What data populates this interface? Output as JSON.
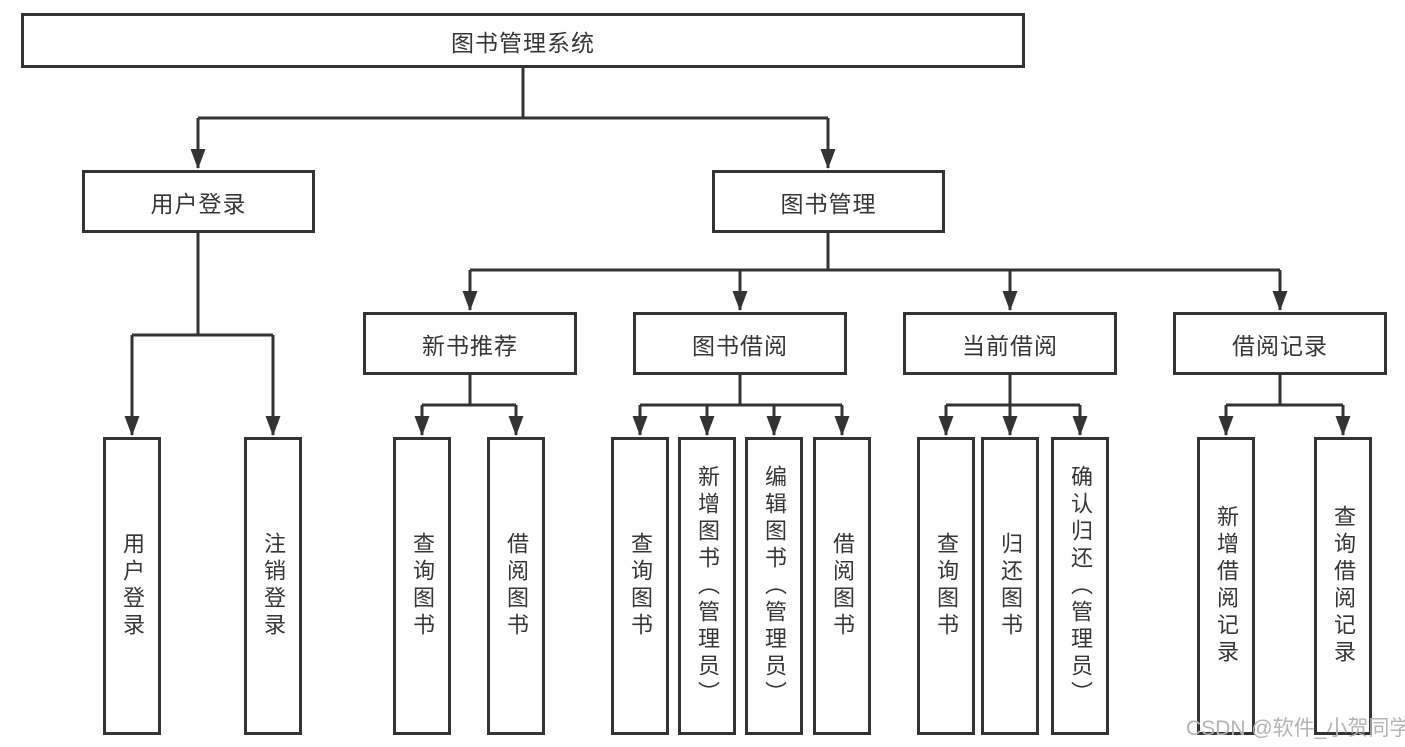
{
  "tree": {
    "label": "图书管理系统",
    "children": [
      {
        "label": "用户登录",
        "children": [
          {
            "label": "用户登录"
          },
          {
            "label": "注销登录"
          }
        ]
      },
      {
        "label": "图书管理",
        "children": [
          {
            "label": "新书推荐",
            "children": [
              {
                "label": "查询图书"
              },
              {
                "label": "借阅图书"
              }
            ]
          },
          {
            "label": "图书借阅",
            "children": [
              {
                "label": "查询图书"
              },
              {
                "label": "新增图书（管理员）"
              },
              {
                "label": "编辑图书（管理员）"
              },
              {
                "label": "借阅图书"
              }
            ]
          },
          {
            "label": "当前借阅",
            "children": [
              {
                "label": "查询图书"
              },
              {
                "label": "归还图书"
              },
              {
                "label": "确认归还（管理员）"
              }
            ]
          },
          {
            "label": "借阅记录",
            "children": [
              {
                "label": "新增借阅记录"
              },
              {
                "label": "查询借阅记录"
              }
            ]
          }
        ]
      }
    ]
  },
  "watermark": "CSDN @软件_小贺同学",
  "colors": {
    "line": "#333333",
    "text": "#363636",
    "watermark": "#b4b4b4",
    "background": "#ffffff"
  }
}
